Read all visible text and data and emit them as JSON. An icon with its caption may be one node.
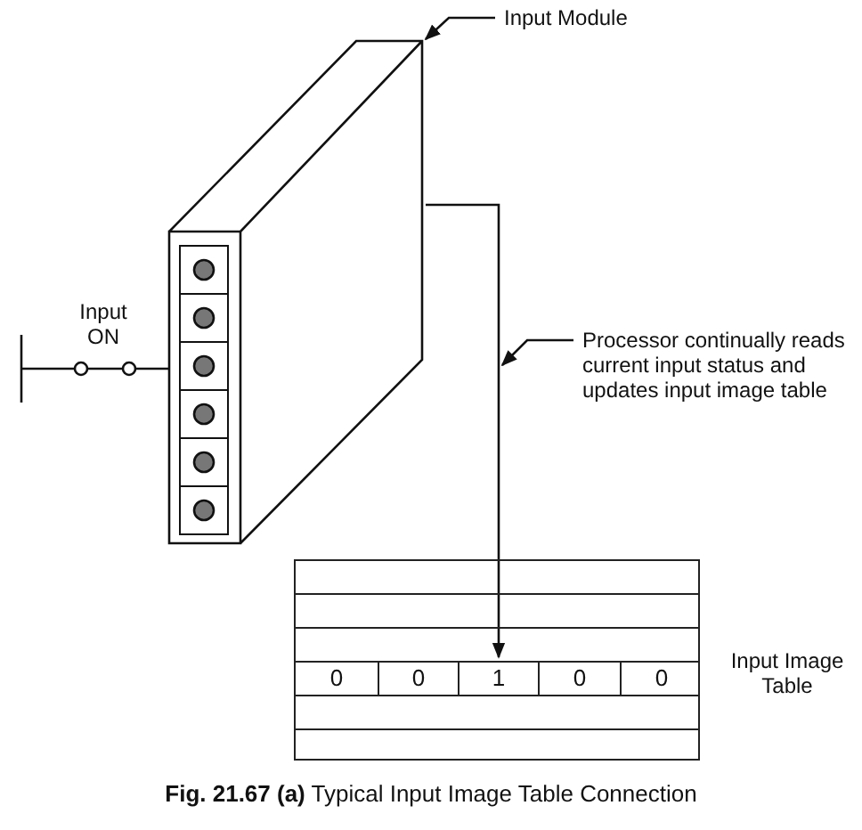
{
  "diagram": {
    "caption": "**Fig. 21.67 (a)** Typical Input Image Table Connection",
    "nodes": [
      {
        "text": [
          "Input Module"
        ]
      },
      {
        "text": [],
        "shape": "box"
      },
      {
        "text": [
          "Processor continually reads current input status and updates input image table"
        ]
      },
      {
        "text": [],
        "shape": "box",
        "beside": [
          "Input Image Table"
        ]
      },
      {
        "text": [
          "0"
        ],
        "in": 3
      },
      {
        "text": [
          "0"
        ],
        "in": 3
      },
      {
        "text": [
          "1"
        ],
        "in": 3
      },
      {
        "text": [
          "0"
        ],
        "in": 3
      },
      {
        "text": [
          "0"
        ],
        "in": 3
      }
    ],
    "edges": [
      {
        "from": 0,
        "to": 1,
        "arrow": "to"
      },
      {
        "from": 2,
        "to": null,
        "arrow": "to"
      },
      {
        "from": 1,
        "to": 6,
        "arrow": "to"
      }
    ],
    "labels": [
      "Input ON"
    ]
  }
}
